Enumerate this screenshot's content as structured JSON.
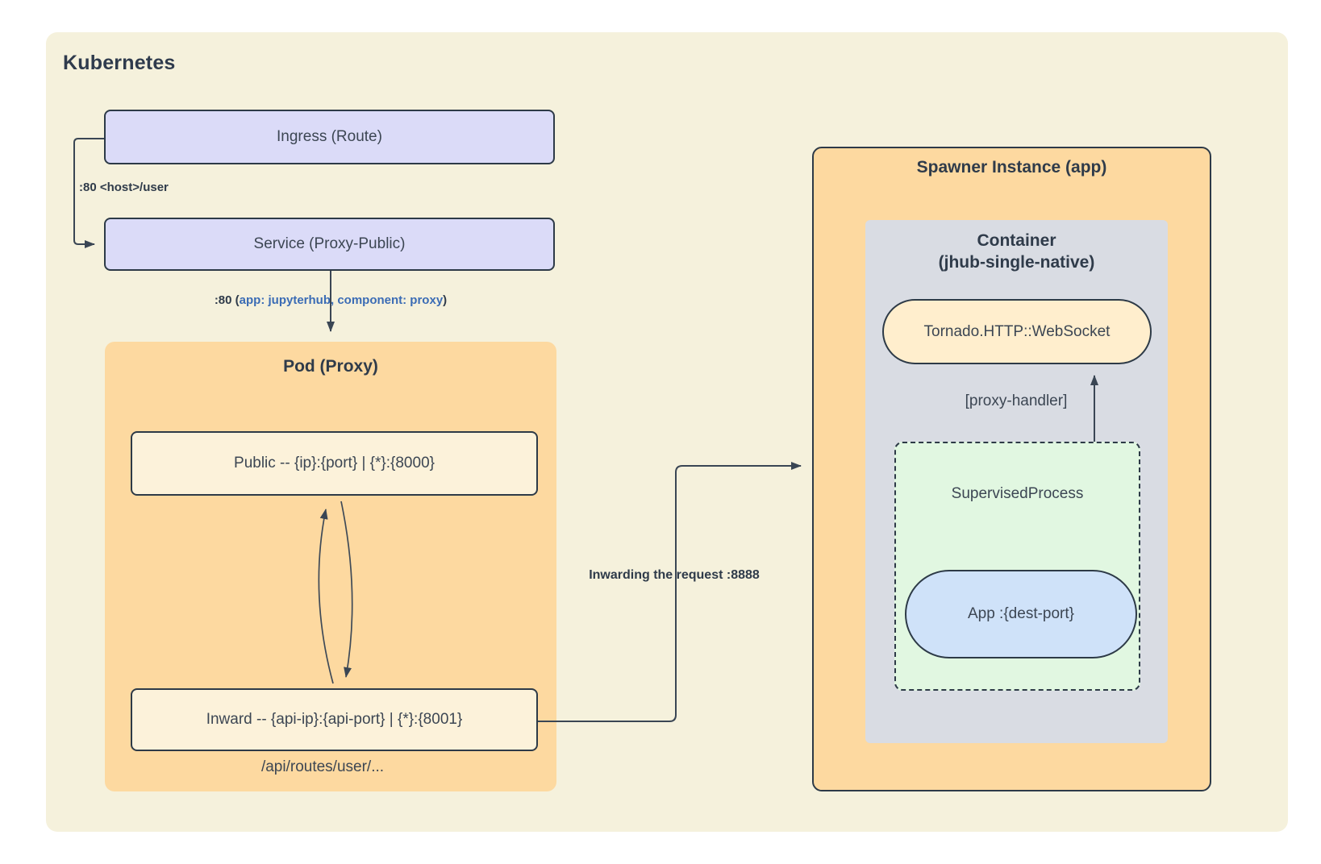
{
  "diagram": {
    "region_title": "Kubernetes"
  },
  "nodes": {
    "ingress": {
      "label": "Ingress (Route)"
    },
    "service": {
      "label": "Service (Proxy-Public)"
    },
    "pod": {
      "title": "Pod (Proxy)",
      "public_label": "Public -- {ip}:{port} | {*}:{8000}",
      "inward_label": "Inward -- {api-ip}:{api-port} | {*}:{8001}",
      "routes_note": "/api/routes/user/..."
    },
    "spawner": {
      "title": "Spawner Instance (app)",
      "container_line1": "Container",
      "container_line2": "(jhub-single-native)",
      "tornado_label": "Tornado.HTTP::WebSocket",
      "proxy_handler_label": "[proxy-handler]",
      "supervised_label": "SupervisedProcess",
      "app_label": "App :{dest-port}"
    }
  },
  "edges": {
    "ingress_to_service": ":80 <host>/user",
    "service_to_pod": {
      "prefix": ":80 (",
      "selector": "app: jupyterhub, component: proxy",
      "suffix": ")"
    },
    "inward_to_spawner": "Inwarding the request :8888"
  },
  "colors": {
    "page_background": "#ffffff",
    "region_fill": "#f5f1dc",
    "node_purple": "#dbdbf8",
    "node_orange": "#fdd9a0",
    "node_cream": "#fcf2da",
    "node_peach": "#ffeecd",
    "node_gray": "#d9dce3",
    "node_green": "#e1f7e1",
    "node_blue": "#cfe2f9",
    "stroke_dark": "#2d3a47",
    "text_dark": "#333f4f",
    "text_blue": "#3b6cb5"
  }
}
